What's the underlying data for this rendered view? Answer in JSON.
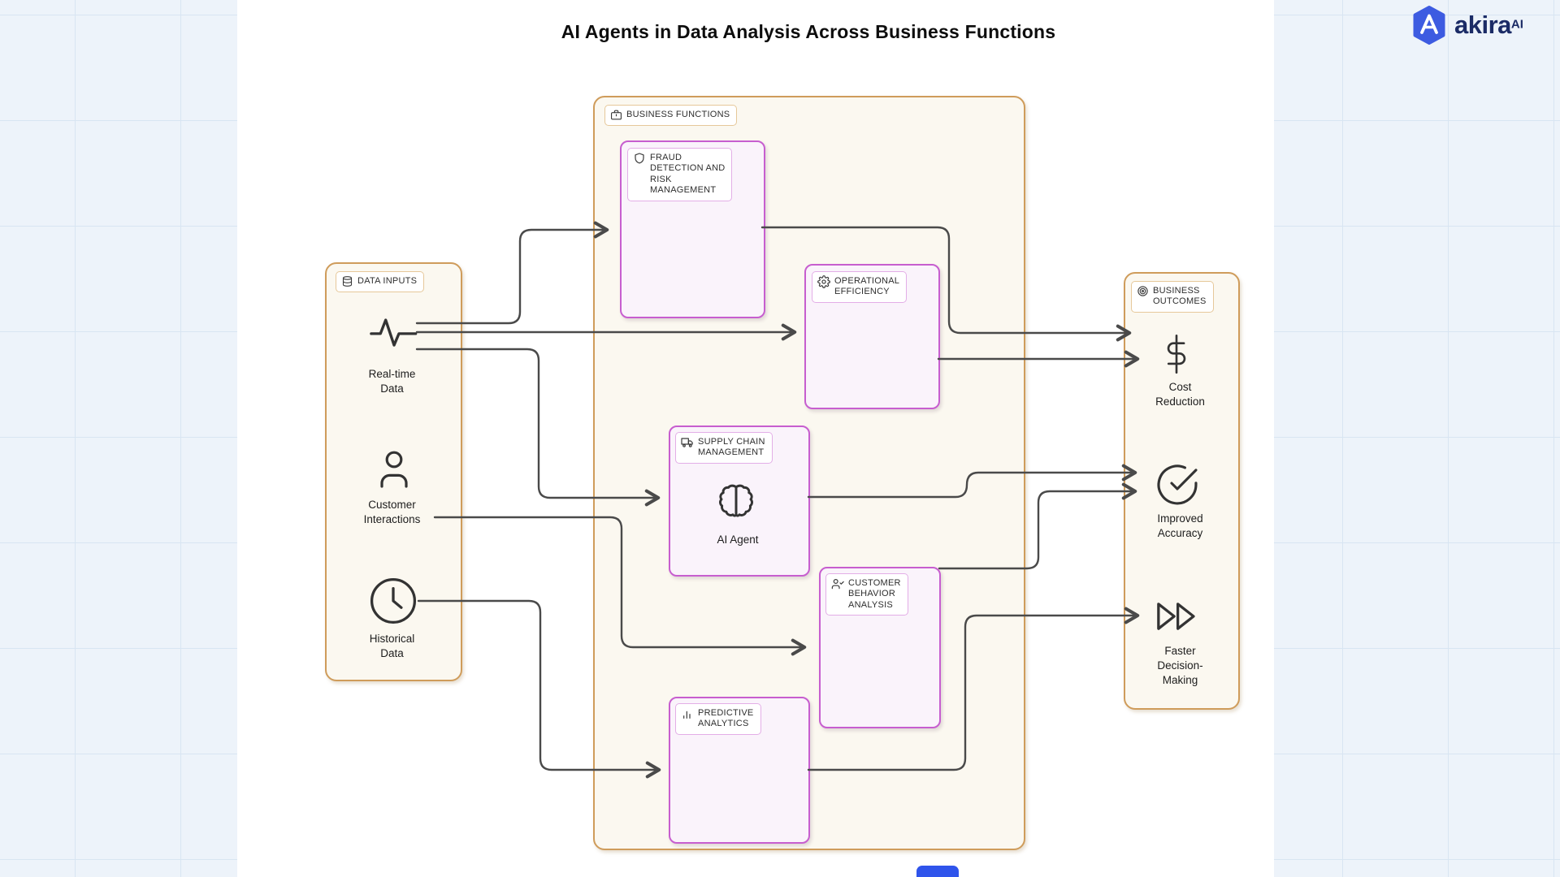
{
  "title": "AI Agents in Data Analysis Across Business Functions",
  "logo": {
    "brand": "akira",
    "superscript": "AI"
  },
  "groups": {
    "data_inputs": {
      "label": "DATA INPUTS",
      "icon": "database-icon"
    },
    "business_functions": {
      "label": "BUSINESS FUNCTIONS",
      "icon": "briefcase-icon"
    },
    "business_outcomes": {
      "label": "BUSINESS\nOUTCOMES",
      "icon": "target-icon"
    }
  },
  "inputs": [
    {
      "label": "Real-time\nData",
      "icon": "activity-icon"
    },
    {
      "label": "Customer\nInteractions",
      "icon": "user-icon"
    },
    {
      "label": "Historical\nData",
      "icon": "clock-icon"
    }
  ],
  "functions": [
    {
      "label": "FRAUD\nDETECTION AND\nRISK\nMANAGEMENT",
      "icon": "shield-icon"
    },
    {
      "label": "OPERATIONAL\nEFFICIENCY",
      "icon": "gear-icon"
    },
    {
      "label": "SUPPLY CHAIN\nMANAGEMENT",
      "icon": "truck-icon",
      "agent": "AI Agent",
      "agent_icon": "brain-icon"
    },
    {
      "label": "CUSTOMER\nBEHAVIOR\nANALYSIS",
      "icon": "user-check-icon"
    },
    {
      "label": "PREDICTIVE\nANALYTICS",
      "icon": "bar-chart-icon"
    }
  ],
  "outcomes": [
    {
      "label": "Cost\nReduction",
      "icon": "dollar-icon"
    },
    {
      "label": "Improved\nAccuracy",
      "icon": "check-circle-icon"
    },
    {
      "label": "Faster\nDecision-\nMaking",
      "icon": "fast-forward-icon"
    }
  ],
  "colors": {
    "container_border": "#cf9c5b",
    "container_fill": "#fbf8f0",
    "function_border": "#c75ecf",
    "function_fill": "#faf3fb",
    "connector": "#4a4a4a",
    "logo_blue": "#3d5be1",
    "logo_navy": "#1b2b66",
    "grid_blue": "#d8e5f2"
  }
}
